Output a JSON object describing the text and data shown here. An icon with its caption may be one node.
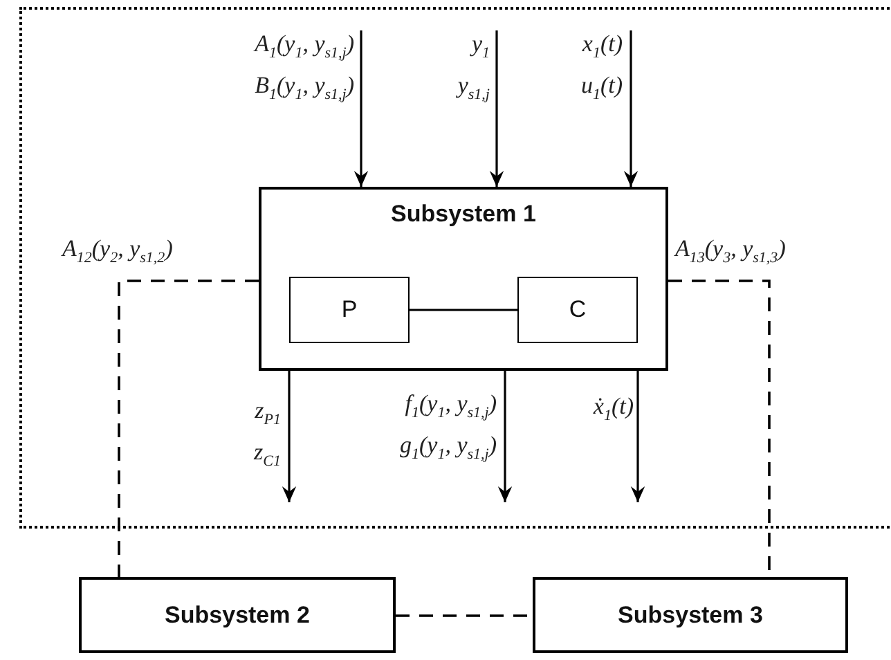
{
  "diagram": {
    "nodes": [
      {
        "text": [],
        "shape": "box"
      },
      {
        "text": [
          "Subsystem 1"
        ],
        "in": 0
      },
      {
        "text": [
          "P"
        ],
        "in": 1
      },
      {
        "text": [
          "C"
        ],
        "in": 1
      },
      {
        "text": [
          "Subsystem 2"
        ]
      },
      {
        "text": [
          "Subsystem 3"
        ]
      }
    ],
    "edges": [
      {
        "from": null,
        "to": 1,
        "arrow": "to",
        "label": "A$_{1}$(y$_{1}$, y$_{s1,j}$) B$_{1}$(y$_{1}$, y$_{s1,j}$)"
      },
      {
        "from": null,
        "to": 1,
        "arrow": "to",
        "label": "y$_{1}$ y$_{s1,j}$"
      },
      {
        "from": null,
        "to": 1,
        "arrow": "to",
        "label": "x$_{1}$(t) u$_{1}$(t)"
      },
      {
        "from": 2,
        "to": 3,
        "arrow": "none"
      },
      {
        "from": 1,
        "to": null,
        "arrow": "to",
        "label": "z$_{P1}$ z$_{C1}$"
      },
      {
        "from": 1,
        "to": null,
        "arrow": "to",
        "label": "f$_{1}$(y$_{1}$, y$_{s1,j}$) g$_{1}$(y$_{1}$, y$_{s1,j}$)"
      },
      {
        "from": 1,
        "to": null,
        "arrow": "to",
        "label": "ẋ$_{1}$(t)"
      },
      {
        "from": 1,
        "to": 4,
        "arrow": "none",
        "style": "dashed",
        "label": "A$_{12}$(y$_{2}$, y$_{s1,2}$)"
      },
      {
        "from": 1,
        "to": 5,
        "arrow": "none",
        "style": "dashed",
        "label": "A$_{13}$(y$_{3}$, y$_{s1,3}$)"
      },
      {
        "from": 4,
        "to": 5,
        "arrow": "none",
        "style": "dashed"
      }
    ]
  }
}
